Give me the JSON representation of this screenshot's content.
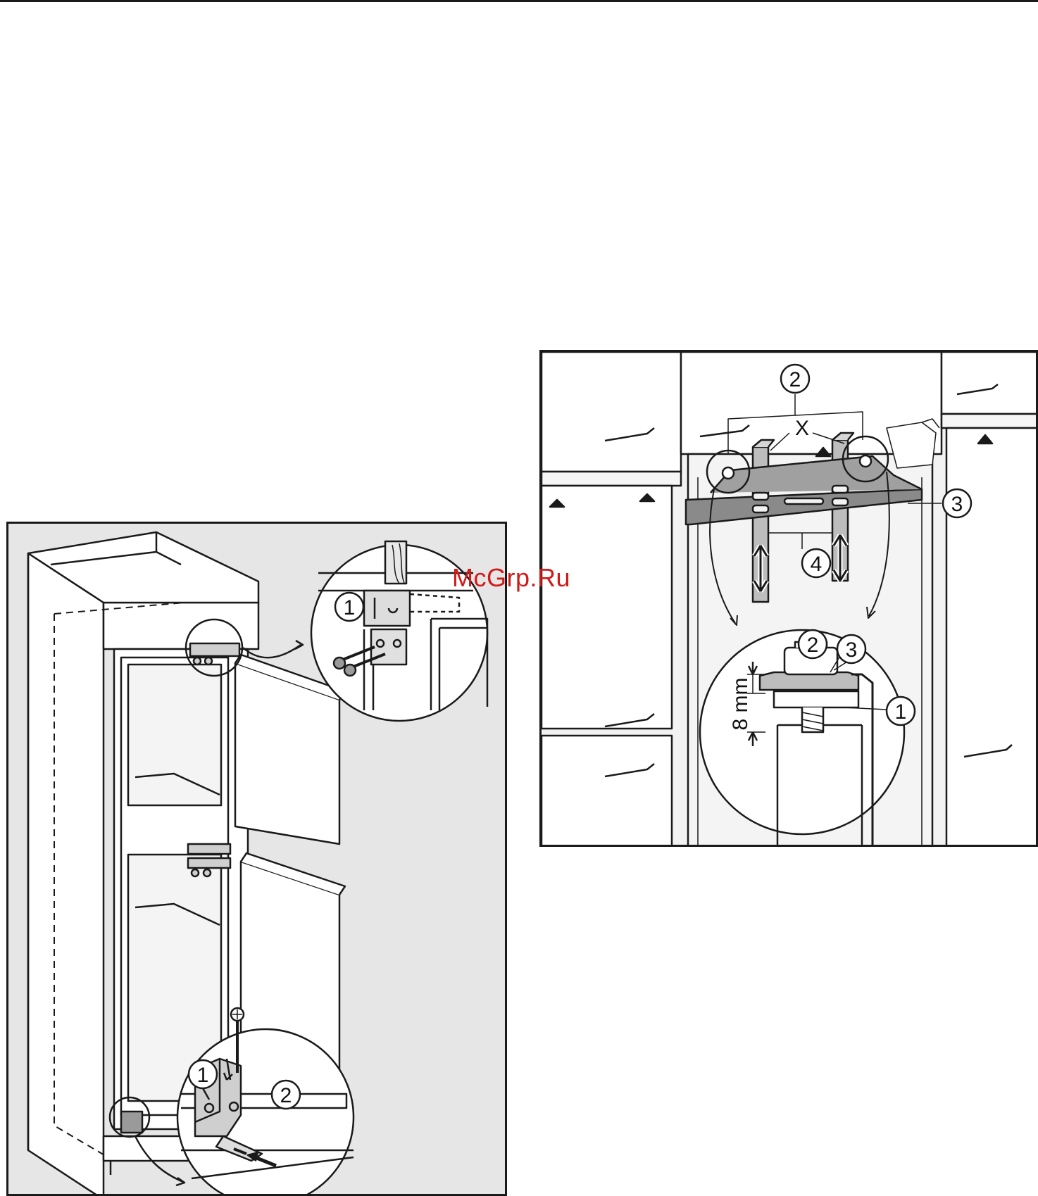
{
  "watermark": {
    "text": "McGrp.Ru",
    "color": "#d11a1a"
  },
  "figure_left": {
    "callouts": {
      "top_hinge_detail": "1",
      "lower_hinge": "1",
      "bottom_bracket_detail": "2"
    }
  },
  "figure_right": {
    "callouts": {
      "adjust_nuts": "2",
      "bracket_plate": "3",
      "slide_rails": "4",
      "detail_nut": "2",
      "detail_plate": "3",
      "detail_bolt": "1",
      "points": "X"
    },
    "dimension": "8 mm"
  },
  "colors": {
    "line": "#1a1a1a",
    "panel": "#e6e6e6",
    "bracket": "#8a8a8a",
    "bg": "#ffffff"
  }
}
